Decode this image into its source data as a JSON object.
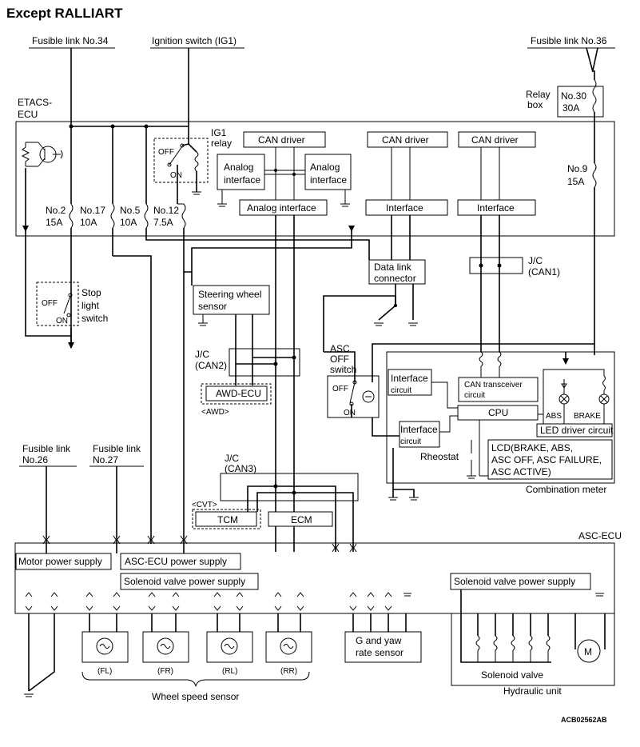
{
  "title": "Except RALLIART",
  "figure_code": "ACB02562AB",
  "power_sources": {
    "fusible_link_34": "Fusible link No.34",
    "ignition_switch": "Ignition switch (IG1)",
    "fusible_link_36": "Fusible link No.36",
    "fusible_link_26_line1": "Fusible link",
    "fusible_link_26_line2": "No.26",
    "fusible_link_27_line1": "Fusible link",
    "fusible_link_27_line2": "No.27"
  },
  "relay_box": {
    "label_line1": "Relay",
    "label_line2": "box",
    "fuse_no": "No.30",
    "fuse_amp": "30A"
  },
  "etacs": {
    "label_line1": "ETACS-",
    "label_line2": "ECU",
    "ig1_relay_line1": "IG1",
    "ig1_relay_line2": "relay",
    "off": "OFF",
    "on": "ON",
    "can_driver_1": "CAN driver",
    "can_driver_2": "CAN driver",
    "can_driver_3": "CAN driver",
    "analog_interface_left_1": "Analog",
    "analog_interface_left_2": "interface",
    "analog_interface_right_1": "Analog",
    "analog_interface_right_2": "interface",
    "analog_interface_bottom": "Analog interface",
    "interface_1": "Interface",
    "interface_2": "Interface",
    "fuses": [
      {
        "no": "No.2",
        "amp": "15A"
      },
      {
        "no": "No.17",
        "amp": "10A"
      },
      {
        "no": "No.5",
        "amp": "10A"
      },
      {
        "no": "No.12",
        "amp": "7.5A"
      },
      {
        "no": "No.9",
        "amp": "15A"
      }
    ]
  },
  "stop_light_switch": {
    "line1": "Stop",
    "line2": "light",
    "line3": "switch",
    "off": "OFF",
    "on": "ON"
  },
  "steering_wheel_sensor": {
    "line1": "Steering wheel",
    "line2": "sensor"
  },
  "data_link_connector": {
    "line1": "Data link",
    "line2": "connector"
  },
  "jc_can1": {
    "line1": "J/C",
    "line2": "(CAN1)"
  },
  "jc_can2": {
    "line1": "J/C",
    "line2": "(CAN2)"
  },
  "jc_can3": {
    "line1": "J/C",
    "line2": "(CAN3)"
  },
  "awd_ecu": "AWD-ECU",
  "awd_tag": "<AWD>",
  "cvt_tag": "<CVT>",
  "tcm": "TCM",
  "ecm": "ECM",
  "asc_off_switch": {
    "line1": "ASC",
    "line2": "OFF",
    "line3": "switch",
    "off": "OFF",
    "on": "ON"
  },
  "combination_meter": {
    "label": "Combination meter",
    "interface_circuit_1a": "Interface",
    "interface_circuit_1b": "circuit",
    "interface_circuit_2a": "Interface",
    "interface_circuit_2b": "circuit",
    "can_transceiver_1": "CAN transceiver",
    "can_transceiver_2": "circuit",
    "cpu": "CPU",
    "abs": "ABS",
    "brake": "BRAKE",
    "led_driver": "LED driver circuit",
    "rheostat": "Rheostat",
    "lcd_line1": "LCD(BRAKE, ABS,",
    "lcd_line2": "ASC OFF, ASC FAILURE,",
    "lcd_line3": "ASC ACTIVE)"
  },
  "asc_ecu": {
    "label": "ASC-ECU",
    "motor_power_supply": "Motor power supply",
    "asc_ecu_power_supply": "ASC-ECU power supply",
    "solenoid_valve_power_supply_left": "Solenoid valve power supply",
    "solenoid_valve_power_supply_right": "Solenoid valve power supply"
  },
  "wheel_speed_sensor": {
    "label": "Wheel speed sensor",
    "fl": "(FL)",
    "fr": "(FR)",
    "rl": "(RL)",
    "rr": "(RR)"
  },
  "g_yaw_sensor": {
    "line1": "G and yaw",
    "line2": "rate sensor"
  },
  "hydraulic_unit": {
    "label": "Hydraulic unit",
    "solenoid_valve": "Solenoid valve",
    "motor": "M"
  }
}
